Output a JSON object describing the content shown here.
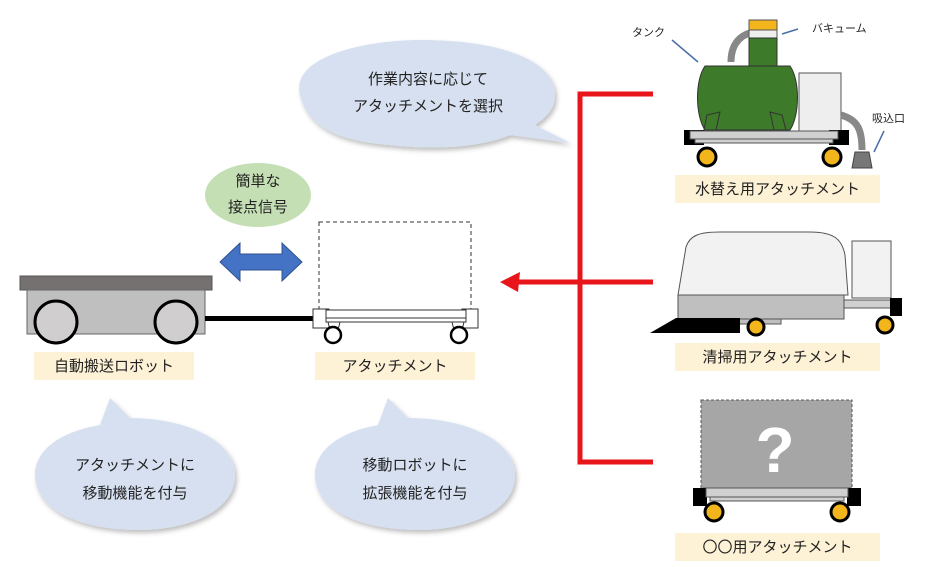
{
  "diagram": {
    "top_bubble": [
      "作業内容に応じて",
      "アタッチメントを選択"
    ],
    "signal_bubble": [
      "簡単な",
      "接点信号"
    ],
    "robot_label": "自動搬送ロボット",
    "attachment_label": "アタッチメント",
    "bottom_left_bubble": [
      "アタッチメントに",
      "移動機能を付与"
    ],
    "bottom_right_bubble": [
      "移動ロボットに",
      "拡張機能を付与"
    ],
    "attachments": [
      {
        "label": "水替え用アタッチメント"
      },
      {
        "label": "清掃用アタッチメント"
      },
      {
        "label": "〇〇用アタッチメント"
      }
    ],
    "callouts": {
      "tank": "タンク",
      "vacuum": "バキューム",
      "inlet": "吸込口"
    },
    "unknown_mark": "?"
  },
  "colors": {
    "bubble": "#d6e0f0",
    "signal_bubble": "#c5dfb4",
    "label_bg": "#fdf1d6",
    "red": "#e8161b",
    "blue_arrow": "#4472c4",
    "tank_green": "#3d7a2a",
    "wheel_yellow": "#f2b51c"
  }
}
